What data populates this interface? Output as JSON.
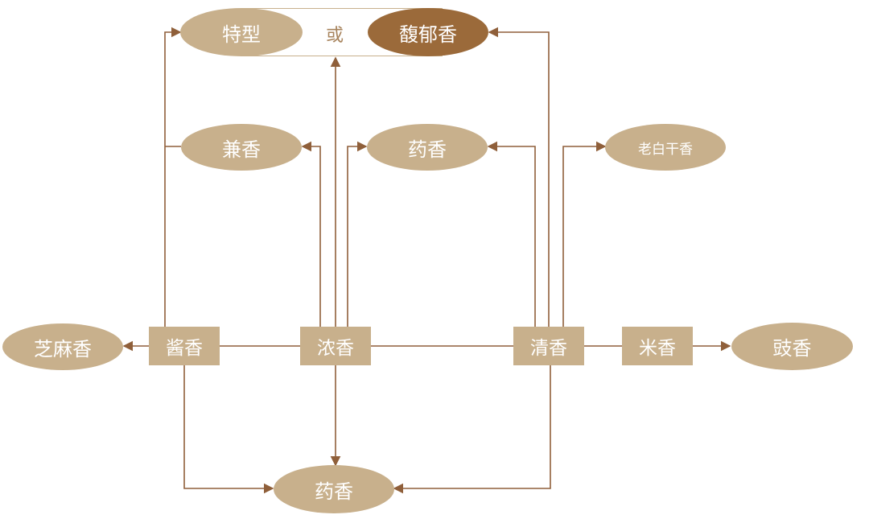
{
  "diagram": {
    "colors": {
      "node_fill": "#c8b08c",
      "node_dark_fill": "#9b6a3a",
      "connector": "#8f5f3a",
      "text": "#ffffff"
    },
    "nodes": {
      "zhixiang": "芝麻香",
      "jiangxiang": "酱香",
      "nongxiang": "浓香",
      "qingxiang": "清香",
      "mixiang": "米香",
      "chixiang": "豉香",
      "texing": "特型",
      "or_label": "或",
      "fuyuxiang": "馥郁香",
      "jianxiang": "兼香",
      "yaoxiang_top": "药香",
      "laobaigan": "老白干香",
      "yaoxiang_bottom": "药香"
    },
    "edges": [
      {
        "from": "jiangxiang",
        "to": "zhixiang"
      },
      {
        "from": "jiangxiang",
        "to": "texing"
      },
      {
        "from": "jiangxiang",
        "to": "yaoxiang_bottom"
      },
      {
        "from": "nongxiang",
        "to": "or_label"
      },
      {
        "from": "nongxiang",
        "to": "jianxiang"
      },
      {
        "from": "nongxiang",
        "to": "yaoxiang_top"
      },
      {
        "from": "nongxiang",
        "to": "yaoxiang_bottom"
      },
      {
        "from": "qingxiang",
        "to": "fuyuxiang"
      },
      {
        "from": "qingxiang",
        "to": "yaoxiang_top"
      },
      {
        "from": "qingxiang",
        "to": "laobaigan"
      },
      {
        "from": "qingxiang",
        "to": "yaoxiang_bottom"
      },
      {
        "from": "mixiang",
        "to": "chixiang"
      },
      {
        "from": "jiangxiang",
        "to": "nongxiang"
      },
      {
        "from": "nongxiang",
        "to": "qingxiang"
      },
      {
        "from": "qingxiang",
        "to": "mixiang"
      }
    ]
  }
}
